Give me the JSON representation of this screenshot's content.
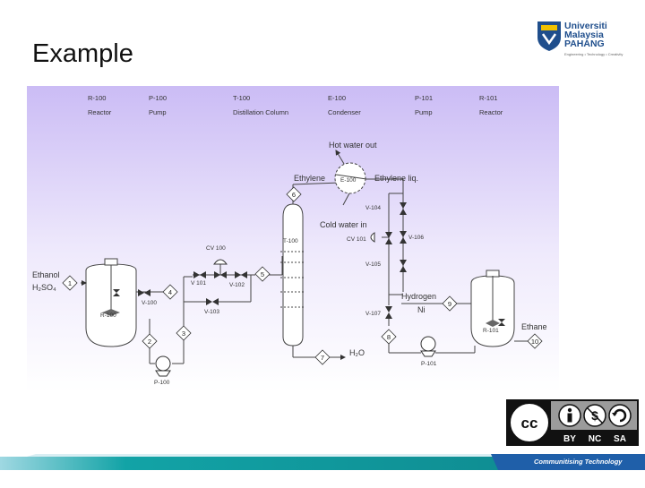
{
  "slide": {
    "title": "Example"
  },
  "logo": {
    "line1": "Universiti",
    "line2": "Malaysia",
    "line3": "PAHANG",
    "tagline": "Engineering • Technology • Creativity"
  },
  "legend": [
    {
      "id": "R-100",
      "name": "Reactor"
    },
    {
      "id": "P-100",
      "name": "Pump"
    },
    {
      "id": "T-100",
      "name": "Distillation Column"
    },
    {
      "id": "E-100",
      "name": "Condenser"
    },
    {
      "id": "P-101",
      "name": "Pump"
    },
    {
      "id": "R-101",
      "name": "Reactor"
    }
  ],
  "equipment": {
    "r100": "R-100",
    "p100": "P-100",
    "t100": "T-100",
    "e100": "E-100",
    "p101": "P-101",
    "r101": "R-101",
    "cv100": "CV 100",
    "cv101": "CV 101"
  },
  "valves": {
    "v100": "V-100",
    "v101": "V 101",
    "v102": "V-102",
    "v103": "V-103",
    "v104": "V-104",
    "v105": "V-105",
    "v106": "V-106",
    "v107": "V-107"
  },
  "streams": [
    "1",
    "2",
    "3",
    "4",
    "5",
    "6",
    "7",
    "8",
    "9",
    "10"
  ],
  "stream_labels": {
    "ethanol": "Ethanol",
    "h2so4": "H₂SO₄",
    "hot_water_out": "Hot water out",
    "ethylene": "Ethylene",
    "ethylene_liq": "Ethylene liq.",
    "cold_water_in": "Cold water in",
    "hydrogen": "Hydrogen",
    "ni": "Ni",
    "h2o": "H₂O",
    "ethane": "Ethane"
  },
  "license": {
    "cc": "cc",
    "by": "BY",
    "nc": "NC",
    "sa": "SA"
  },
  "footer": {
    "text": "Communitising Technology"
  },
  "colors": {
    "diagram_top": "#cbbcf5",
    "diagram_bottom": "#ffffff",
    "footer_teal": "#12a3a6",
    "footer_blue": "#1f5fa9",
    "logo_blue": "#1f4e8c",
    "logo_yellow": "#f2c200"
  }
}
